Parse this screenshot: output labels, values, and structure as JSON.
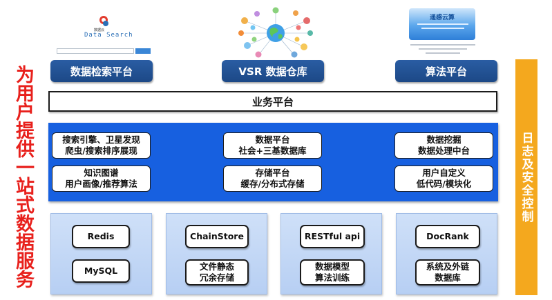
{
  "slogan": "为用户提供一站式数据服务",
  "thumbnails": {
    "search_logo": "Data Search",
    "search_logo_cn": "数据云",
    "cloud_title": "遥感云算"
  },
  "top_platforms": {
    "search": "数据检索平台",
    "vsr": "VSR 数据仓库",
    "algo": "算法平台"
  },
  "business_platform": "业务平台",
  "middle": {
    "left_top": [
      "搜索引擎、卫星发现",
      "爬虫/搜索排序展现"
    ],
    "left_bottom": [
      "知识图谱",
      "用户画像/推荐算法"
    ],
    "center_top": [
      "数据平台",
      "社会+三基数据库"
    ],
    "center_bottom": [
      "存储平台",
      "缓存/分布式存储"
    ],
    "right_top": [
      "数据挖掘",
      "数据处理中台"
    ],
    "right_bottom": [
      "用户自定义",
      "低代码/模块化"
    ]
  },
  "side_bar": "日志及安全控制",
  "bottom": {
    "col1_top": "Redis",
    "col1_bottom": "MySQL",
    "col2_top": "ChainStore",
    "col2_bottom": [
      "文件静态",
      "冗余存储"
    ],
    "col3_top": "RESTful api",
    "col3_bottom": [
      "数据模型",
      "算法训练"
    ],
    "col4_top": "DocRank",
    "col4_bottom": [
      "系统及外链",
      "数据库"
    ]
  },
  "colors": {
    "slogan": "#e8201c",
    "navy": "#1c4886",
    "panel_blue": "#1760e0",
    "side_orange": "#f4a81e",
    "column_blue": "#c3d7f5"
  }
}
